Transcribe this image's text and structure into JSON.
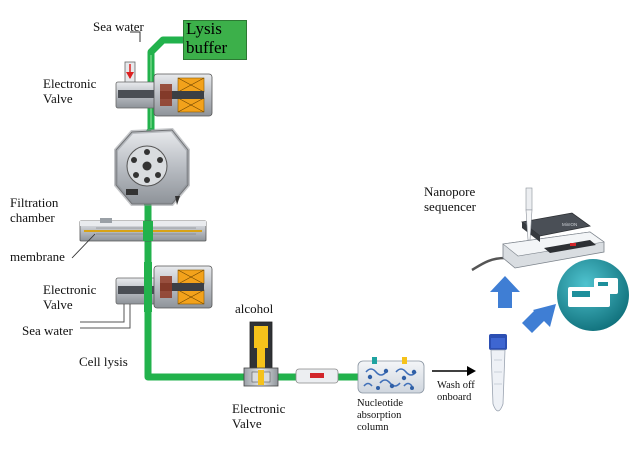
{
  "labels": {
    "sea_water_top": "Sea water",
    "lysis_buffer_1": "Lysis",
    "lysis_buffer_2": "buffer",
    "electronic_valve_top_1": "Electronic",
    "electronic_valve_top_2": "Valve",
    "filtration_chamber_1": "Filtration",
    "filtration_chamber_2": "chamber",
    "membrane": "membrane",
    "electronic_valve_mid_1": "Electronic",
    "electronic_valve_mid_2": "Valve",
    "sea_water_bottom": "Sea water",
    "cell_lysis": "Cell lysis",
    "alcohol": "alcohol",
    "electronic_valve_bottom_1": "Electronic",
    "electronic_valve_bottom_2": "Valve",
    "nucleotide_1": "Nucleotide",
    "nucleotide_2": "absorption",
    "nucleotide_3": "column",
    "wash_off_1": "Wash off",
    "wash_off_2": "onboard",
    "nanopore_1": "Nanopore",
    "nanopore_2": "sequencer",
    "device_brand": "MinION"
  },
  "colors": {
    "tube": "#22b24c",
    "tube_dark": "#178a38",
    "valve_body": "#c9ccd0",
    "coil": "#f3a21b",
    "lysis_box": "#3cb04a",
    "alcohol_yellow": "#f5c21b",
    "arrow_blue": "#3f7ed4",
    "teal": "#1e8f9b"
  }
}
